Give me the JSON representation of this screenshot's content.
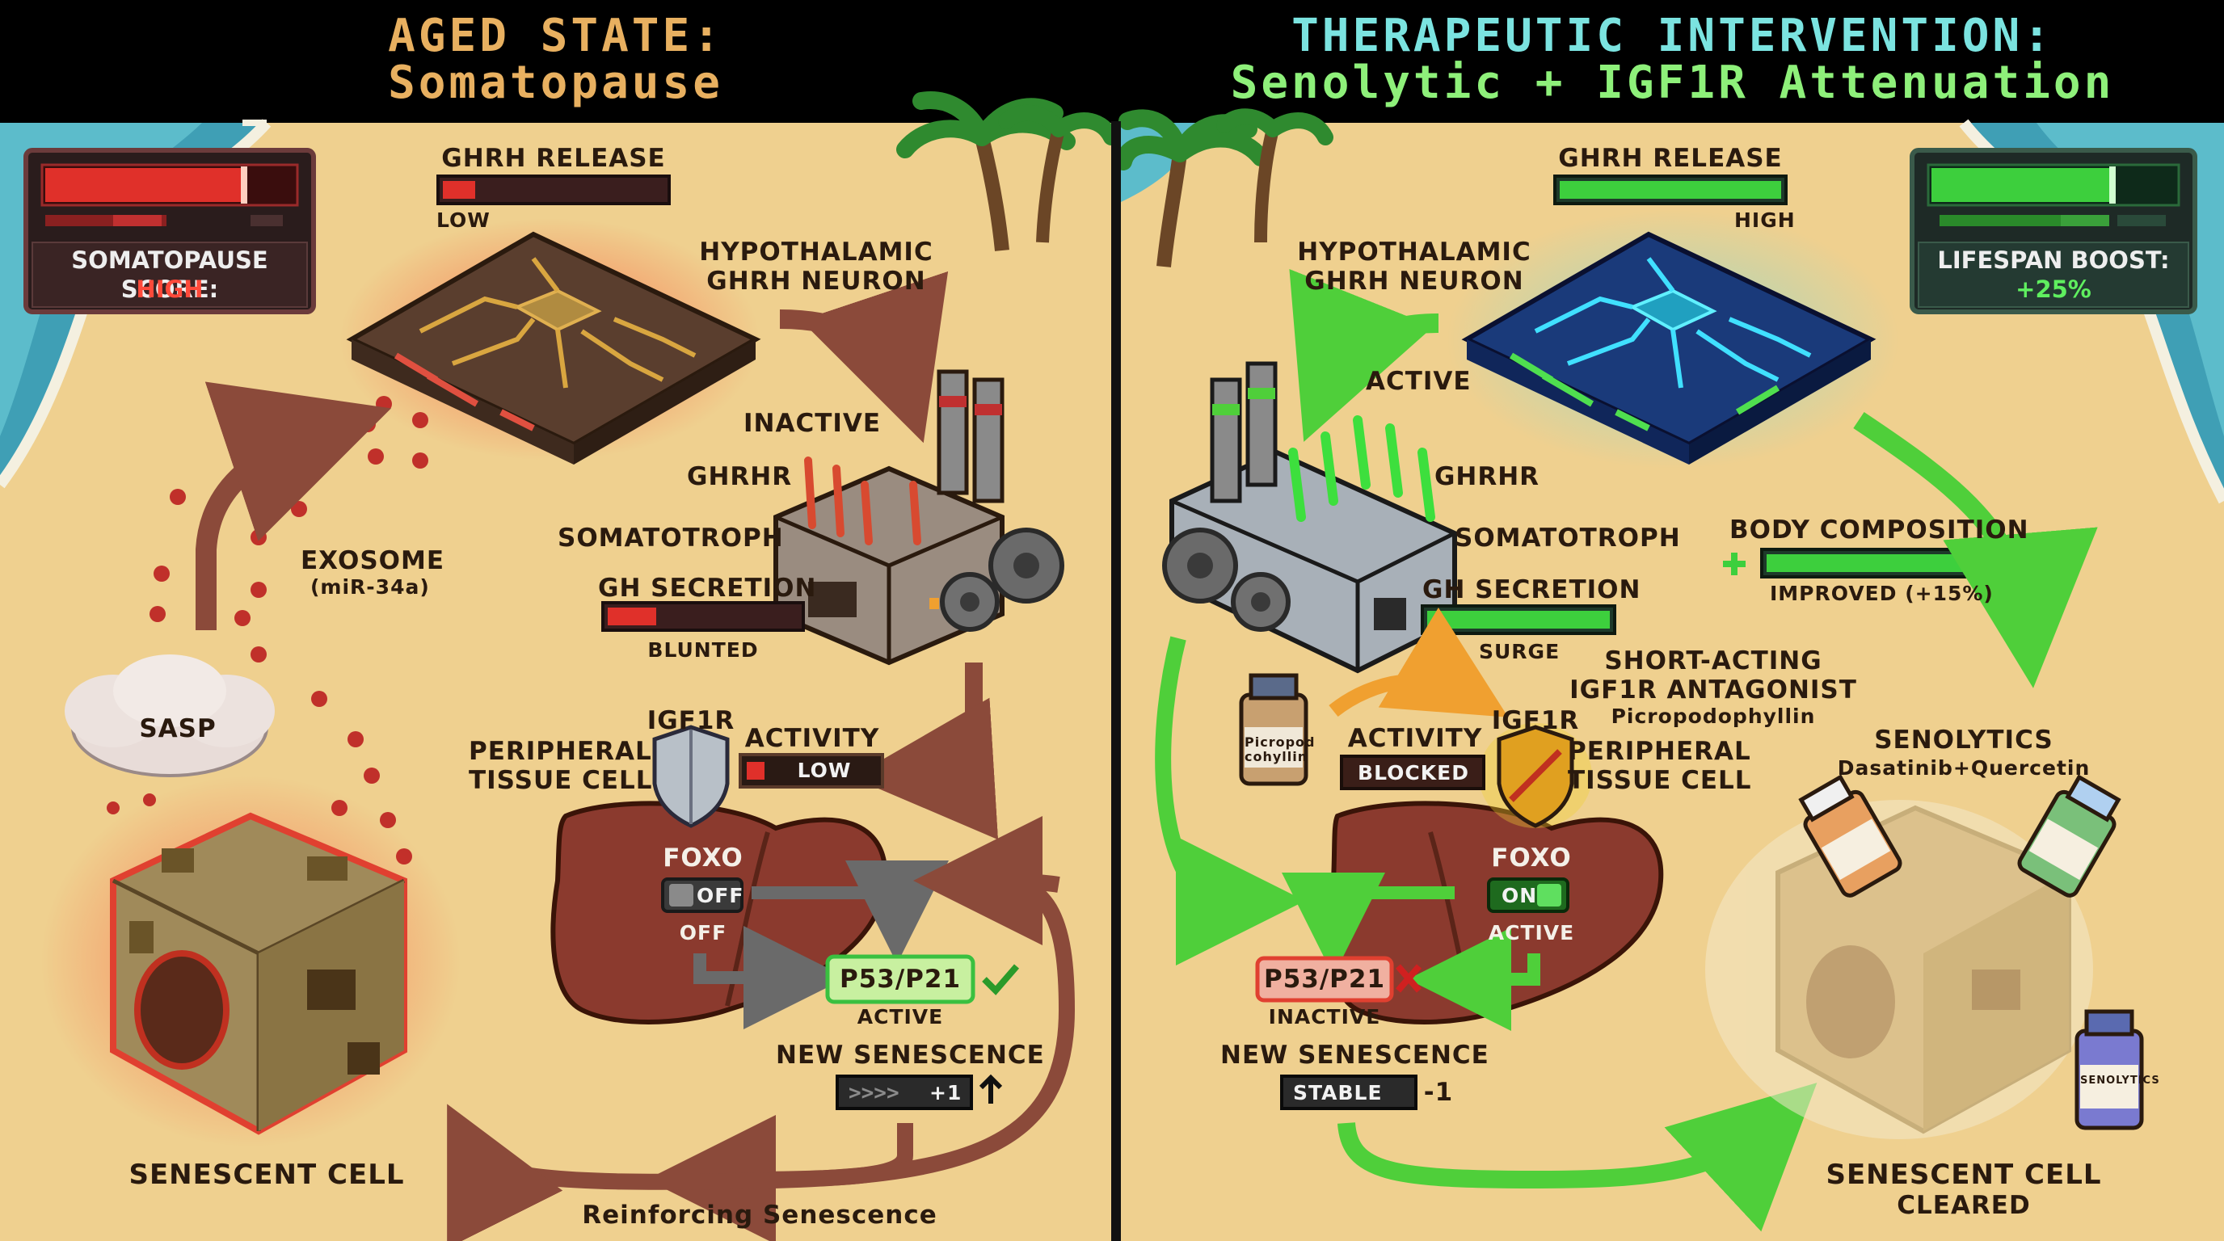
{
  "colors": {
    "aged_accent": "#e8b060",
    "therapy_accent": "#7be3e0",
    "therapy_accent2": "#8ef07a",
    "danger_red": "#e0302a",
    "healthy_green": "#3dcf3d",
    "sand": "#efd08f",
    "water": "#3f9fb5"
  },
  "left": {
    "title_line1": "AGED STATE:",
    "title_line2": "Somatopause",
    "score_label": "SOMATOPAUSE SCORE:",
    "score_value": "HIGH",
    "ghrh_release_label": "GHRH RELEASE",
    "ghrh_release_level": "LOW",
    "neuron_label": "HYPOTHALAMIC\nGHRH NEURON",
    "inactive_label": "INACTIVE",
    "ghrhr_label": "GHRHR",
    "somatotroph_label": "SOMATOTROPH",
    "gh_secretion_label": "GH SECRETION",
    "gh_secretion_level": "BLUNTED",
    "exosome_label": "EXOSOME",
    "exosome_sub": "(miR-34a)",
    "sasp_label": "SASP",
    "igf1r_label": "IGF1R",
    "activity_label": "ACTIVITY",
    "activity_value": "LOW",
    "peripheral_label": "PERIPHERAL\nTISSUE CELL",
    "foxo_label": "FOXO",
    "foxo_toggle": "OFF",
    "foxo_state": "OFF",
    "p53_label": "P53/P21",
    "p53_state": "ACTIVE",
    "new_senescence_label": "NEW SENESCENCE",
    "new_senescence_value": "+1",
    "senescent_cell_label": "SENESCENT CELL",
    "loop_label": "Reinforcing Senescence"
  },
  "right": {
    "title_line1": "THERAPEUTIC INTERVENTION:",
    "title_line2": "Senolytic + IGF1R Attenuation",
    "score_label": "LIFESPAN BOOST:",
    "score_value": "+25%",
    "ghrh_release_label": "GHRH RELEASE",
    "ghrh_release_level": "HIGH",
    "neuron_label": "HYPOTHALAMIC\nGHRH NEURON",
    "active_label": "ACTIVE",
    "ghrhr_label": "GHRHR",
    "somatotroph_label": "SOMATOTROPH",
    "gh_secretion_label": "GH SECRETION",
    "gh_secretion_level": "SURGE",
    "body_comp_label": "BODY COMPOSITION",
    "body_comp_value": "IMPROVED (+15%)",
    "antagonist_label": "SHORT-ACTING\nIGF1R ANTAGONIST",
    "antagonist_drug": "Picropodophyllin",
    "vial_label": "Picropod\ncohyllin",
    "activity_label": "ACTIVITY",
    "activity_value": "BLOCKED",
    "igf1r_label": "IGF1R",
    "peripheral_label": "PERIPHERAL\nTISSUE CELL",
    "senolytics_label": "SENOLYTICS",
    "senolytics_drug": "Dasatinib+Quercetin",
    "foxo_label": "FOXO",
    "foxo_toggle": "ON",
    "foxo_state": "ACTIVE",
    "p53_label": "P53/P21",
    "p53_state": "INACTIVE",
    "new_senescence_label": "NEW SENESCENCE",
    "new_senescence_value": "STABLE",
    "new_senescence_delta": "-1",
    "senescent_cell_label": "SENESCENT CELL",
    "senescent_cell_state": "CLEARED",
    "bottle_label": "SENOLYTICS"
  }
}
